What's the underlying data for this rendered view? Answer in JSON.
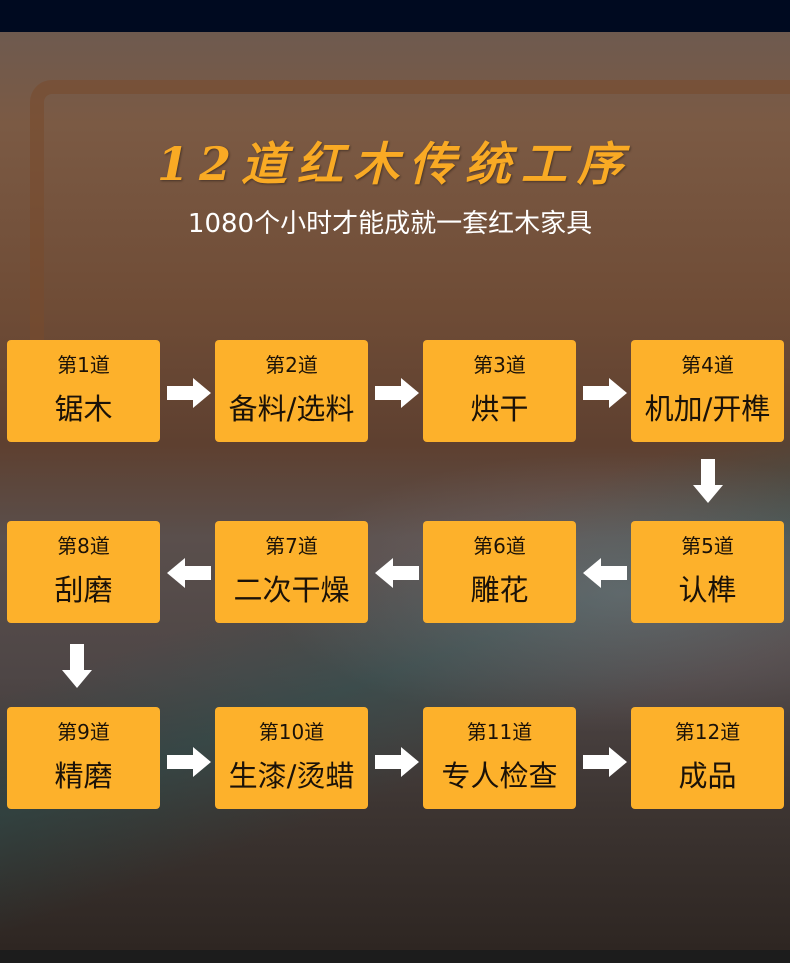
{
  "header": {
    "title": "12道红木传统工序",
    "subtitle": "1080个小时才能成就一套红木家具"
  },
  "steps": [
    {
      "num": "第1道",
      "name": "锯木"
    },
    {
      "num": "第2道",
      "name": "备料/选料"
    },
    {
      "num": "第3道",
      "name": "烘干"
    },
    {
      "num": "第4道",
      "name": "机加/开榫"
    },
    {
      "num": "第5道",
      "name": "认榫"
    },
    {
      "num": "第6道",
      "name": "雕花"
    },
    {
      "num": "第7道",
      "name": "二次干燥"
    },
    {
      "num": "第8道",
      "name": "刮磨"
    },
    {
      "num": "第9道",
      "name": "精磨"
    },
    {
      "num": "第10道",
      "name": "生漆/烫蜡"
    },
    {
      "num": "第11道",
      "name": "专人检查"
    },
    {
      "num": "第12道",
      "name": "成品"
    }
  ],
  "colors": {
    "box": "#fdb12b",
    "title": "#f9aa24",
    "arrow": "#ffffff"
  }
}
